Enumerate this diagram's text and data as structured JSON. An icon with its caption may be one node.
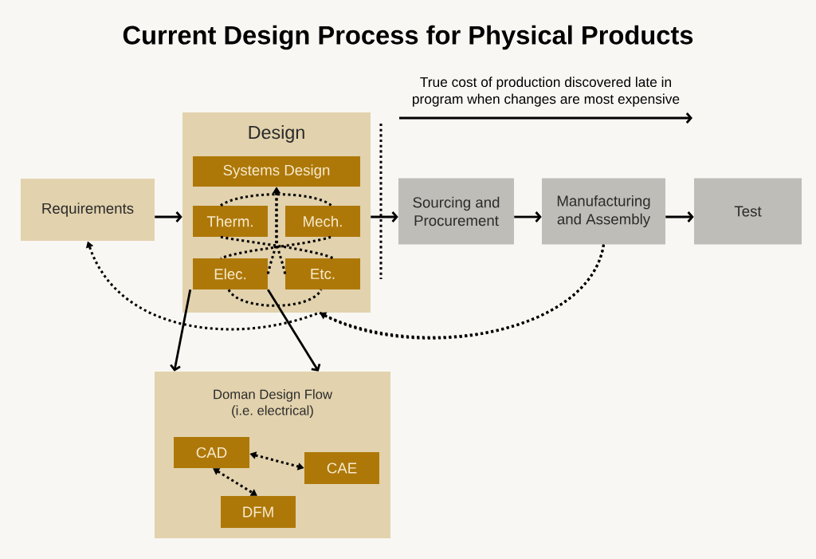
{
  "diagram": {
    "title": "Current Design Process for Physical Products",
    "nodes": [
      {
        "text": [
          "Requirements"
        ]
      },
      {
        "text": [
          "Design"
        ]
      },
      {
        "text": [
          "Systems Design"
        ],
        "in": 1
      },
      {
        "text": [
          "Therm."
        ],
        "in": 1
      },
      {
        "text": [
          "Mech."
        ],
        "in": 1
      },
      {
        "text": [
          "Elec."
        ],
        "in": 1
      },
      {
        "text": [
          "Etc."
        ],
        "in": 1
      },
      {
        "text": [
          "Sourcing and Procurement"
        ]
      },
      {
        "text": [
          "Manufacturing and Assembly"
        ]
      },
      {
        "text": [
          "Test"
        ]
      },
      {
        "text": [
          "Doman Design Flow (i.e. electrical)"
        ]
      },
      {
        "text": [
          "CAD"
        ],
        "in": 10
      },
      {
        "text": [
          "CAE"
        ],
        "in": 10
      },
      {
        "text": [
          "DFM"
        ],
        "in": 10
      }
    ],
    "edges": [
      {
        "from": 0,
        "to": 1,
        "arrow": "to"
      },
      {
        "from": 1,
        "to": 7,
        "arrow": "to"
      },
      {
        "from": 7,
        "to": 8,
        "arrow": "to"
      },
      {
        "from": 8,
        "to": 9,
        "arrow": "to"
      },
      {
        "from": 5,
        "to": 10,
        "arrow": "to"
      },
      {
        "from": 5,
        "to": 10,
        "arrow": "to"
      },
      {
        "from": 11,
        "to": 12,
        "arrow": "both",
        "style": "dashed"
      },
      {
        "from": 11,
        "to": 13,
        "arrow": "both",
        "style": "dashed"
      },
      {
        "from": 8,
        "to": 1,
        "arrow": "to",
        "style": "dashed"
      },
      {
        "from": 8,
        "to": 0,
        "arrow": "to",
        "style": "dashed"
      },
      {
        "from": 3,
        "to": 4,
        "arrow": "none",
        "style": "dashed"
      },
      {
        "from": 5,
        "to": 6,
        "arrow": "none",
        "style": "dashed"
      },
      {
        "from": 3,
        "to": 6,
        "arrow": "none",
        "style": "dashed"
      },
      {
        "from": 4,
        "to": 5,
        "arrow": "none",
        "style": "dashed"
      },
      {
        "from": 5,
        "to": 2,
        "arrow": "to",
        "style": "dashed"
      },
      {
        "from": 6,
        "to": 2,
        "arrow": "to",
        "style": "dashed"
      }
    ],
    "labels": [
      "True cost of production discovered late in program when changes are most expensive"
    ]
  }
}
